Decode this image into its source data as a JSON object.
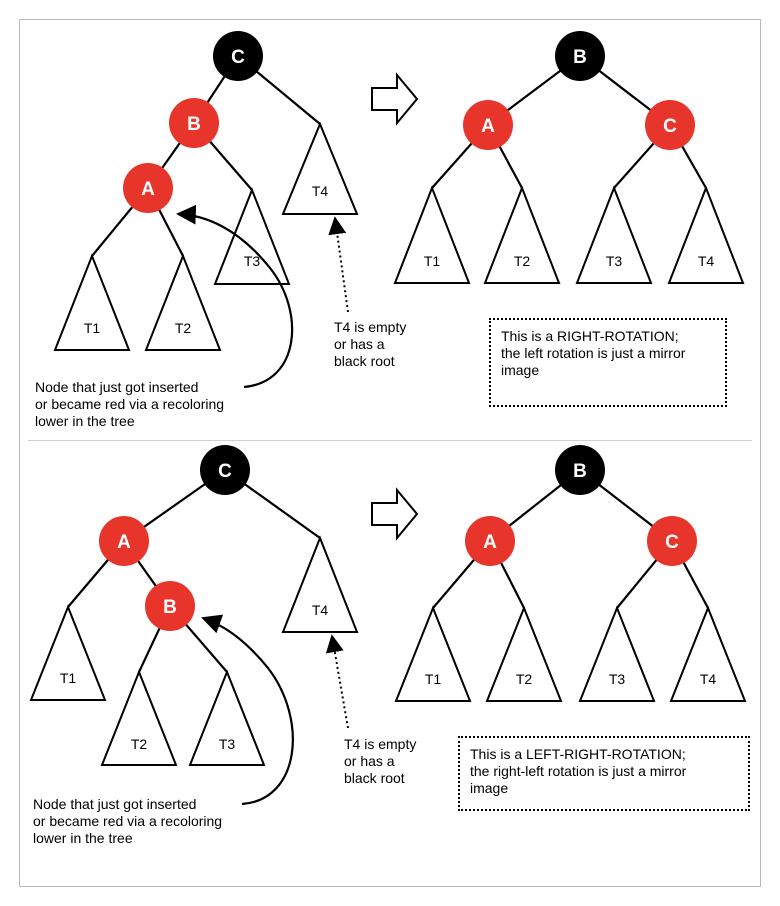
{
  "colors": {
    "red": "#e8352c",
    "black": "#000000",
    "border": "#b9b9b9"
  },
  "panels": [
    {
      "before": {
        "nodes": {
          "c": "C",
          "b": "B",
          "a": "A"
        },
        "subtrees": [
          "T1",
          "T2",
          "T3",
          "T4"
        ]
      },
      "after": {
        "nodes": {
          "root": "B",
          "left": "A",
          "right": "C"
        },
        "subtrees": [
          "T1",
          "T2",
          "T3",
          "T4"
        ]
      },
      "t4_note": [
        "T4 is empty",
        "or has a",
        "black root"
      ],
      "inserted_note": [
        "Node that just got inserted",
        "or became red via a recoloring",
        "lower in the tree"
      ],
      "rotation_note": [
        "This is a RIGHT-ROTATION;",
        "the left rotation is just a mirror",
        "image"
      ],
      "arrow_icon": "right-arrow-icon"
    },
    {
      "before": {
        "nodes": {
          "c": "C",
          "a": "A",
          "b": "B"
        },
        "subtrees": [
          "T1",
          "T2",
          "T3",
          "T4"
        ]
      },
      "after": {
        "nodes": {
          "root": "B",
          "left": "A",
          "right": "C"
        },
        "subtrees": [
          "T1",
          "T2",
          "T3",
          "T4"
        ]
      },
      "t4_note": [
        "T4 is empty",
        "or has a",
        "black root"
      ],
      "inserted_note": [
        "Node that just got inserted",
        "or became red via a recoloring",
        "lower in the tree"
      ],
      "rotation_note": [
        "This is a LEFT-RIGHT-ROTATION;",
        "the right-left rotation is just a mirror",
        "image"
      ],
      "arrow_icon": "right-arrow-icon"
    }
  ]
}
